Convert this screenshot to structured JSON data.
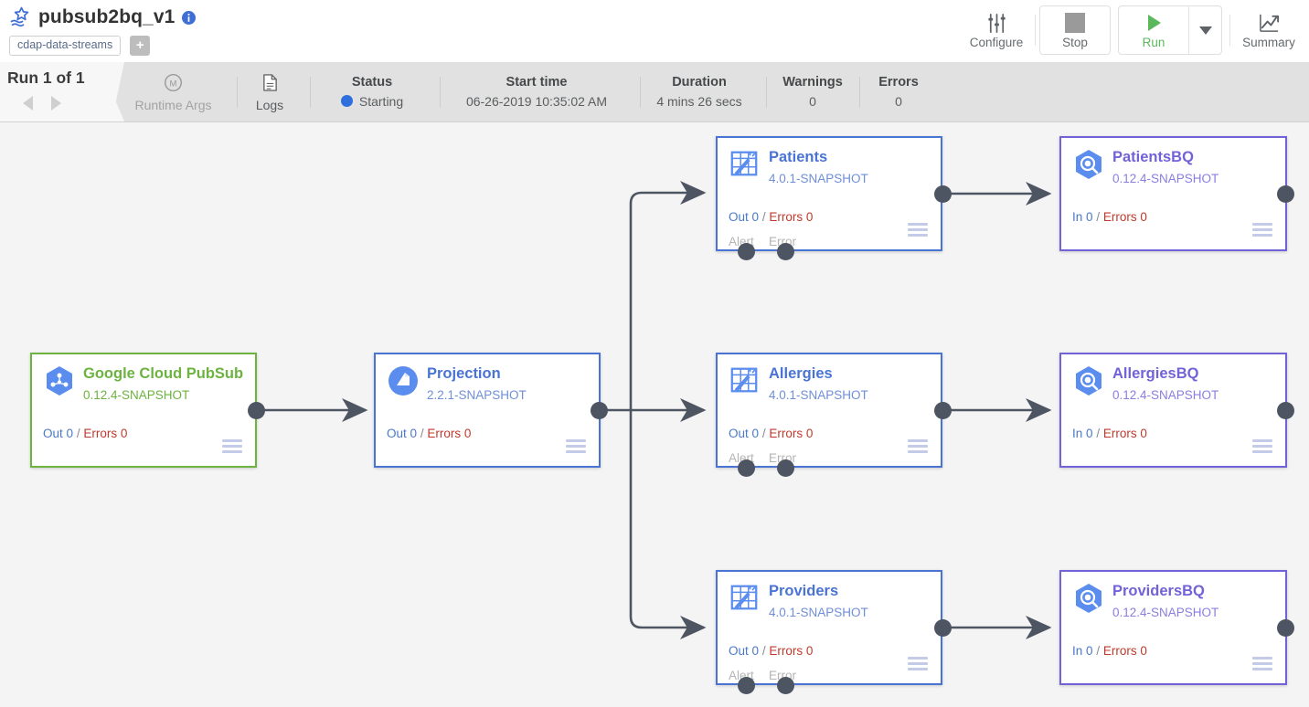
{
  "header": {
    "logo_icon": "cdap-streams-logo-icon",
    "pipeline_name": "pubsub2bq_v1",
    "info_icon": "info-icon",
    "tag": "cdap-data-streams",
    "add_tag_label": "+",
    "tools": {
      "configure": {
        "label": "Configure",
        "icon": "sliders-icon"
      },
      "stop": {
        "label": "Stop",
        "icon": "stop-square-icon"
      },
      "run": {
        "label": "Run",
        "icon": "play-triangle-icon",
        "color": "#5cb85c"
      },
      "run_caret": "chevron-down-icon",
      "summary": {
        "label": "Summary",
        "icon": "line-chart-icon"
      }
    }
  },
  "statusbar": {
    "run_count": "Run 1 of 1",
    "prev_icon": "triangle-left-icon",
    "next_icon": "triangle-right-icon",
    "runtime_args": {
      "label": "Runtime Args",
      "icon": "macro-m-icon"
    },
    "logs": {
      "label": "Logs",
      "icon": "document-icon"
    },
    "status": {
      "head": "Status",
      "value": "Starting",
      "dot_color": "#2f6fdd"
    },
    "start_time": {
      "head": "Start time",
      "value": "06-26-2019 10:35:02 AM"
    },
    "duration": {
      "head": "Duration",
      "value": "4 mins 26 secs"
    },
    "warnings": {
      "head": "Warnings",
      "value": "0"
    },
    "errors": {
      "head": "Errors",
      "value": "0"
    }
  },
  "canvas": {
    "nodes": [
      {
        "id": "pubsub-source",
        "name": "Google Cloud PubSub",
        "version": "0.12.4-SNAPSHOT",
        "icon": "google-pubsub-icon",
        "kind": "src",
        "metrics": {
          "prefix": "Out",
          "out": "0",
          "sep": "/",
          "errors_label": "Errors",
          "errors": "0"
        },
        "ports": []
      },
      {
        "id": "projection",
        "name": "Projection",
        "version": "2.2.1-SNAPSHOT",
        "icon": "projection-icon",
        "kind": "xform",
        "metrics": {
          "prefix": "Out",
          "out": "0",
          "sep": "/",
          "errors_label": "Errors",
          "errors": "0"
        },
        "ports": []
      },
      {
        "id": "patients",
        "name": "Patients",
        "version": "4.0.1-SNAPSHOT",
        "icon": "wrangler-icon",
        "kind": "xform",
        "metrics": {
          "prefix": "Out",
          "out": "0",
          "sep": "/",
          "errors_label": "Errors",
          "errors": "0"
        },
        "ports": [
          "Alert",
          "Error"
        ]
      },
      {
        "id": "patientsbq",
        "name": "PatientsBQ",
        "version": "0.12.4-SNAPSHOT",
        "icon": "bigquery-icon",
        "kind": "sink",
        "metrics": {
          "prefix": "In",
          "out": "0",
          "sep": "/",
          "errors_label": "Errors",
          "errors": "0"
        },
        "ports": []
      },
      {
        "id": "allergies",
        "name": "Allergies",
        "version": "4.0.1-SNAPSHOT",
        "icon": "wrangler-icon",
        "kind": "xform",
        "metrics": {
          "prefix": "Out",
          "out": "0",
          "sep": "/",
          "errors_label": "Errors",
          "errors": "0"
        },
        "ports": [
          "Alert",
          "Error"
        ]
      },
      {
        "id": "allergiesbq",
        "name": "AllergiesBQ",
        "version": "0.12.4-SNAPSHOT",
        "icon": "bigquery-icon",
        "kind": "sink",
        "metrics": {
          "prefix": "In",
          "out": "0",
          "sep": "/",
          "errors_label": "Errors",
          "errors": "0"
        },
        "ports": []
      },
      {
        "id": "providers",
        "name": "Providers",
        "version": "4.0.1-SNAPSHOT",
        "icon": "wrangler-icon",
        "kind": "xform",
        "metrics": {
          "prefix": "Out",
          "out": "0",
          "sep": "/",
          "errors_label": "Errors",
          "errors": "0"
        },
        "ports": [
          "Alert",
          "Error"
        ]
      },
      {
        "id": "providersbq",
        "name": "ProvidersBQ",
        "version": "0.12.4-SNAPSHOT",
        "icon": "bigquery-icon",
        "kind": "sink",
        "metrics": {
          "prefix": "In",
          "out": "0",
          "sep": "/",
          "errors_label": "Errors",
          "errors": "0"
        },
        "ports": []
      }
    ],
    "colors": {
      "source_border": "#6cb33f",
      "transform_border": "#4a74d4",
      "sink_border": "#7162d8",
      "wire": "#4e5562",
      "background": "#f4f4f4"
    }
  }
}
